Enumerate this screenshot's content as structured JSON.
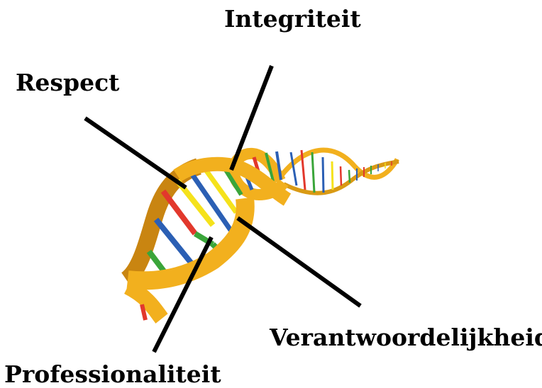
{
  "labels": {
    "integriteit": "Integriteit",
    "respect": "Respect",
    "verantwoordelijkheid": "Verantwoordelijkheid",
    "professionaliteit": "Professionaliteit"
  },
  "colors": {
    "backbone": "#f2b01e",
    "backbone_shadow": "#c98511",
    "base_red": "#e2382c",
    "base_blue": "#2b5fb4",
    "base_yellow": "#f5e21b",
    "base_green": "#3aa53a",
    "pointer_line": "#000000"
  }
}
